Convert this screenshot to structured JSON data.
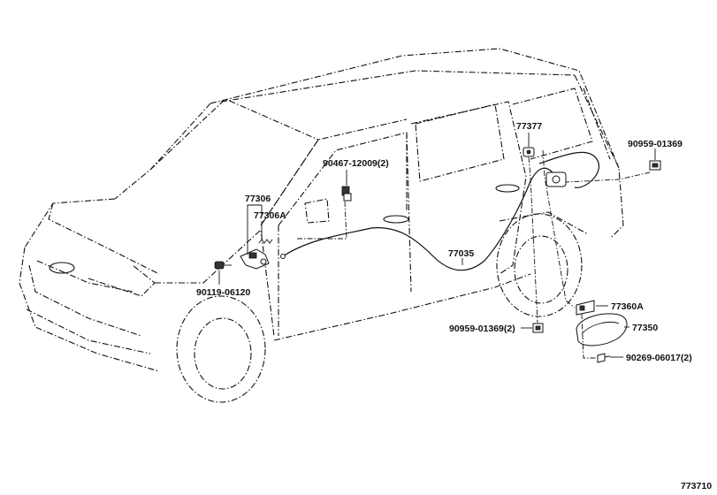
{
  "parts": {
    "p77306": "77306",
    "p77306A": "77306A",
    "p90119": "90119-06120",
    "p90467": "90467-12009(2)",
    "p77377": "77377",
    "p90959_top": "90959-01369",
    "p77035": "77035",
    "p90959_bottom": "90959-01369(2)",
    "p77360A": "77360A",
    "p77350": "77350",
    "p90269": "90269-06017(2)"
  },
  "diagram_id": "773710"
}
